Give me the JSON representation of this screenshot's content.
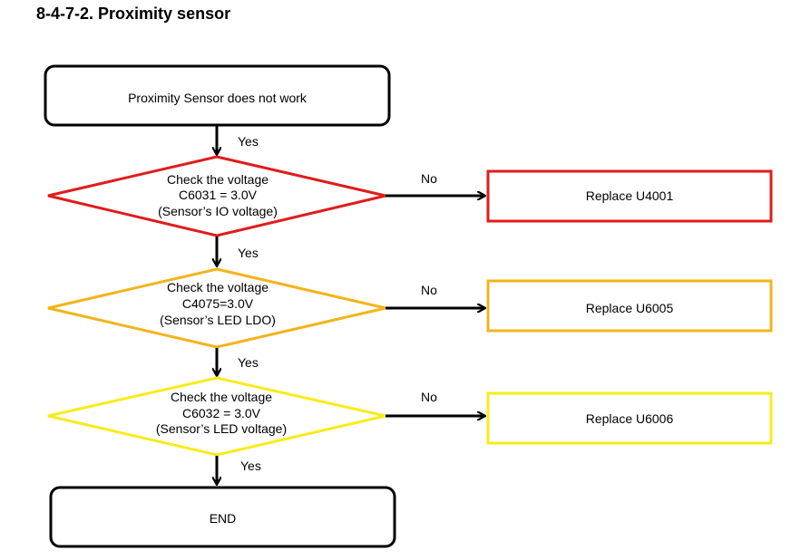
{
  "title": "8-4-7-2. Proximity sensor",
  "start": {
    "text": "Proximity Sensor does not work"
  },
  "checks": [
    {
      "lines": [
        "Check the voltage",
        "C6031 = 3.0V",
        "(Sensor’s IO voltage)"
      ],
      "yes_label": "Yes",
      "no_label": "No",
      "action": "Replace U4001",
      "color": "#e11b1b"
    },
    {
      "lines": [
        "Check the voltage",
        "C4075=3.0V",
        "(Sensor’s LED LDO)"
      ],
      "yes_label": "Yes",
      "no_label": "No",
      "action": "Replace U6005",
      "color": "#f3b41a"
    },
    {
      "lines": [
        "Check the voltage",
        "C6032 = 3.0V",
        "(Sensor’s LED voltage)"
      ],
      "yes_label": "Yes",
      "no_label": "No",
      "action": "Replace U6006",
      "color": "#f7ec1a"
    }
  ],
  "end": {
    "text": "END"
  },
  "end_yes_label": "Yes"
}
